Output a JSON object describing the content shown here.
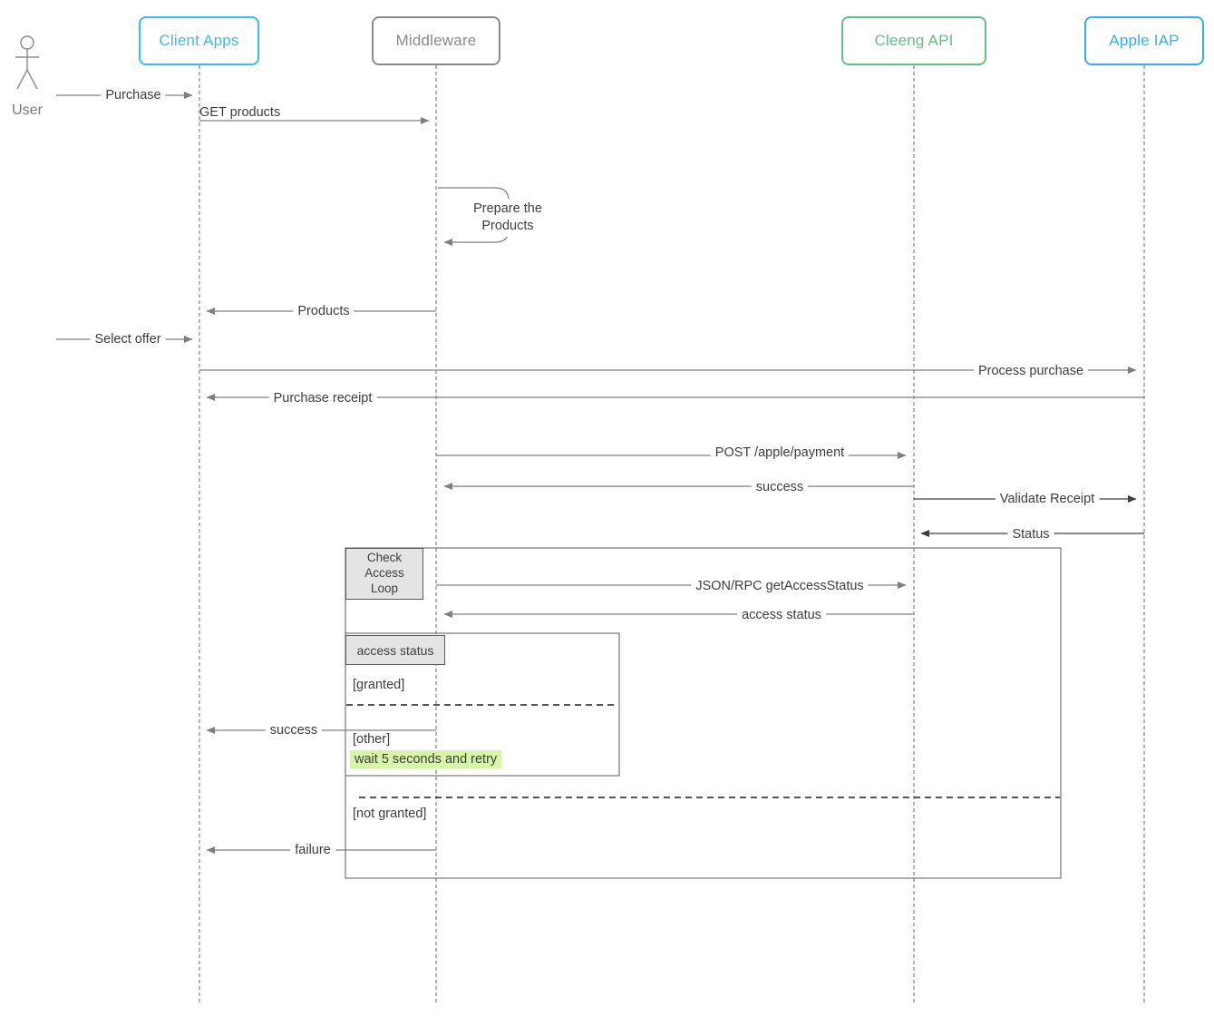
{
  "actors": {
    "user": "User",
    "client_apps": "Client Apps",
    "middleware": "Middleware",
    "cleeng_api": "Cleeng API",
    "apple_iap": "Apple IAP"
  },
  "messages": {
    "purchase": "Purchase",
    "get_products": "GET products",
    "prepare_products": "Prepare the Products",
    "products": "Products",
    "select_offer": "Select offer",
    "process_purchase": "Process purchase",
    "purchase_receipt": "Purchase receipt",
    "post_apple_payment": "POST /apple/payment",
    "success_payment": "success",
    "validate_receipt": "Validate Receipt",
    "status": "Status",
    "json_rpc_get_access_status": "JSON/RPC getAccessStatus",
    "access_status": "access status",
    "success_access": "success",
    "failure": "failure"
  },
  "frames": {
    "loop_label": "Check Access Loop",
    "alt_label": "access status",
    "guard_granted": "[granted]",
    "guard_other": "[other]",
    "guard_not_granted": "[not granted]",
    "note_wait": "wait 5 seconds and retry"
  },
  "colors": {
    "client_apps": "#38bce8",
    "middleware": "#8a8a8a",
    "cleeng_api": "#64bd84",
    "apple_iap": "#38aee8",
    "arrow": "#7f7f7f",
    "arrow_dark": "#3d3d3d",
    "frame": "#595959",
    "lifeline": "#6b6b6b",
    "label_box_bg": "#e4e4e4",
    "note_highlight": "#d6f5a6"
  }
}
